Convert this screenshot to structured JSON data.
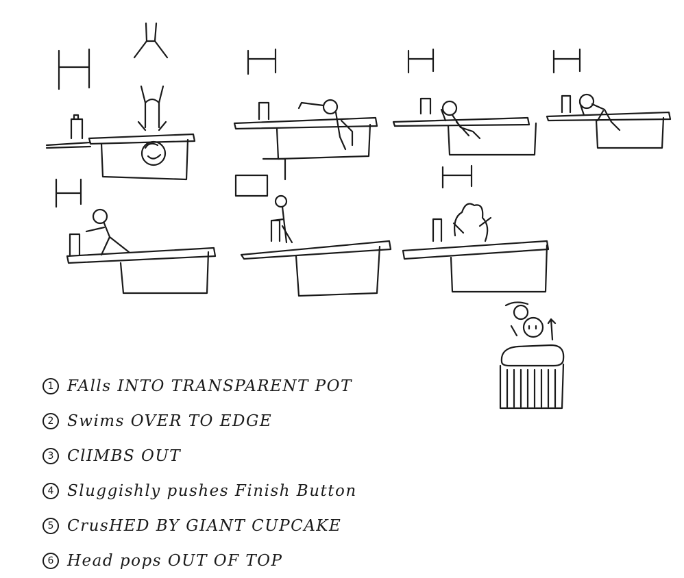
{
  "steps": [
    {
      "num": "1",
      "text": "FAlls INTO TRANSPARENT POT"
    },
    {
      "num": "2",
      "text": "Swims OVER TO EDGE"
    },
    {
      "num": "3",
      "text": "ClIMBS OUT"
    },
    {
      "num": "4",
      "text": "Sluggishly pushes Finish Button"
    },
    {
      "num": "5",
      "text": "CrusHED BY GIANT CUPCAKE"
    },
    {
      "num": "6",
      "text": "Head pops OUT OF TOP"
    }
  ],
  "colors": {
    "ink": "#1a1a1a",
    "paper": "#ffffff"
  }
}
